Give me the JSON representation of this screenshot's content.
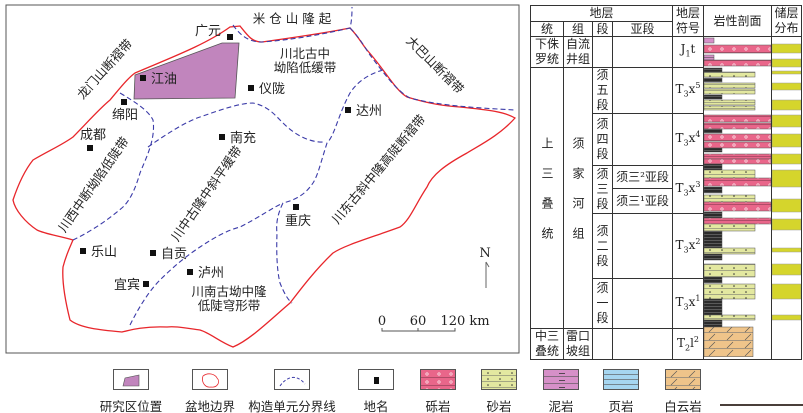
{
  "map": {
    "regions": {
      "micang": "米 仓 山 隆 起",
      "longmen": "龙门山断褶带",
      "daba": "大巴山断褶带",
      "chuanbei_1": "川北古中",
      "chuanbei_2": "坳陷低缓带",
      "chuanxi": "川西中断坳陷低陡带",
      "chuanzhong": "川中古隆中斜平缓带",
      "chuandong": "川东古斜中隆高陡断褶带",
      "chuannan_1": "川南古坳中隆",
      "chuannan_2": "低陡穹形带"
    },
    "cities": [
      "广元",
      "江油",
      "仪陇",
      "绵阳",
      "成都",
      "南充",
      "达州",
      "重庆",
      "乐山",
      "自贡",
      "泸州",
      "宜宾"
    ],
    "north": "N",
    "scale": {
      "t0": "0",
      "t1": "60",
      "t2": "120 km"
    }
  },
  "column": {
    "header": {
      "strata": "地层",
      "series": "统",
      "formation": "组",
      "member": "段",
      "submember": "亚段",
      "symbol": "地层符号",
      "lithology": "岩性剖面",
      "reservoir": "储层分布"
    },
    "rows": [
      {
        "series": "下侏罗统",
        "formation": "自流井组",
        "member": "",
        "submember": "",
        "symbol": {
          "b": "J",
          "sub": "1",
          "m": "t",
          "sup": ""
        }
      },
      {
        "series": "上三叠统",
        "formation": "须家河组",
        "member": "须五段",
        "submember": "",
        "symbol": {
          "b": "T",
          "sub": "3",
          "m": "x",
          "sup": "5"
        }
      },
      {
        "member": "须四段",
        "submember": "",
        "symbol": {
          "b": "T",
          "sub": "3",
          "m": "x",
          "sup": "4"
        }
      },
      {
        "member": "须三段",
        "submember": "须三²亚段",
        "symbol": {
          "b": "T",
          "sub": "3",
          "m": "x",
          "sup": "3"
        }
      },
      {
        "submember": "须三¹亚段"
      },
      {
        "member": "须二段",
        "submember": "",
        "symbol": {
          "b": "T",
          "sub": "3",
          "m": "x",
          "sup": "2"
        }
      },
      {
        "member": "须一段",
        "submember": "",
        "symbol": {
          "b": "T",
          "sub": "3",
          "m": "x",
          "sup": "1"
        }
      },
      {
        "series": "中三叠统",
        "formation": "雷口坡组",
        "member": "",
        "submember": "",
        "symbol": {
          "b": "T",
          "sub": "2",
          "m": "l",
          "sup": "2"
        }
      }
    ]
  },
  "legend": [
    "研究区位置",
    "盆地边界",
    "构造单元分界线",
    "地名",
    "砾岩",
    "砂岩",
    "泥岩",
    "页岩",
    "白云岩"
  ],
  "colors": {
    "basin": "#e8262b",
    "study": "#c185bd",
    "dash": "#3b3ba8",
    "conglomerate": "#e9668a",
    "sandstone": "#e3e8a0",
    "mudstone": "#d690c8",
    "shale": "#a6d6f0",
    "dolomite": "#efc48a",
    "coal": "#2b2b2b",
    "reservoir": "#d5d52c"
  }
}
